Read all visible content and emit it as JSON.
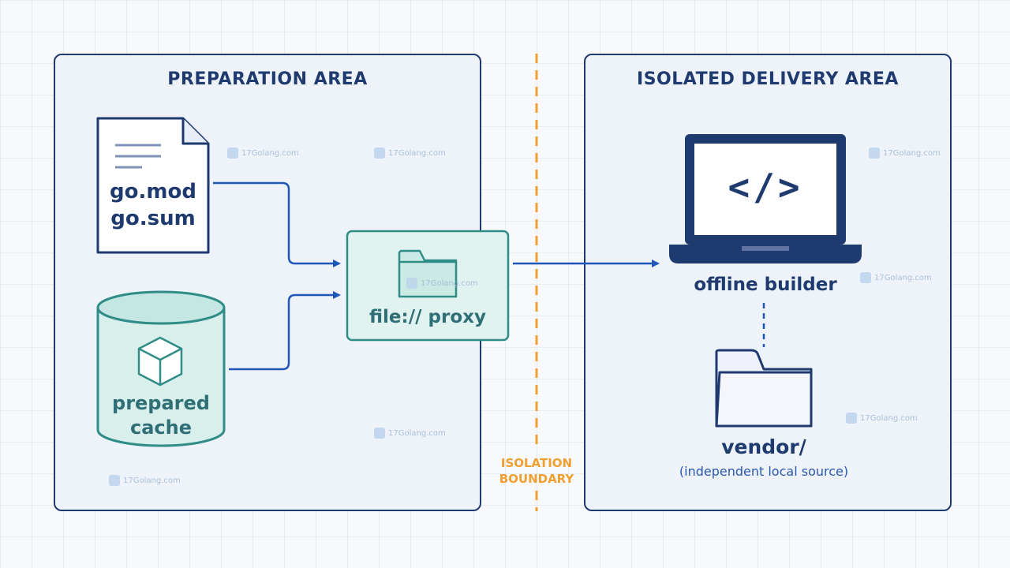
{
  "areas": {
    "preparation": {
      "title": "PREPARATION AREA"
    },
    "delivery": {
      "title": "ISOLATED DELIVERY AREA"
    }
  },
  "nodes": {
    "gomod": {
      "line1": "go.mod",
      "line2": "go.sum"
    },
    "cache": {
      "line1": "prepared",
      "line2": "cache"
    },
    "proxy": {
      "label": "file:// proxy"
    },
    "builder": {
      "label": "offline builder",
      "code": "</>"
    },
    "vendor": {
      "label": "vendor/",
      "sublabel": "(independent local source)"
    }
  },
  "boundary": {
    "line1": "ISOLATION",
    "line2": "BOUNDARY"
  },
  "watermark": {
    "text": "17Golang.com"
  },
  "colors": {
    "navy": "#1f3a6e",
    "teal": "#2f8c87",
    "teal_fill": "#d8efec",
    "arrow_blue": "#1f56b8",
    "boundary_orange": "#f0a030"
  }
}
